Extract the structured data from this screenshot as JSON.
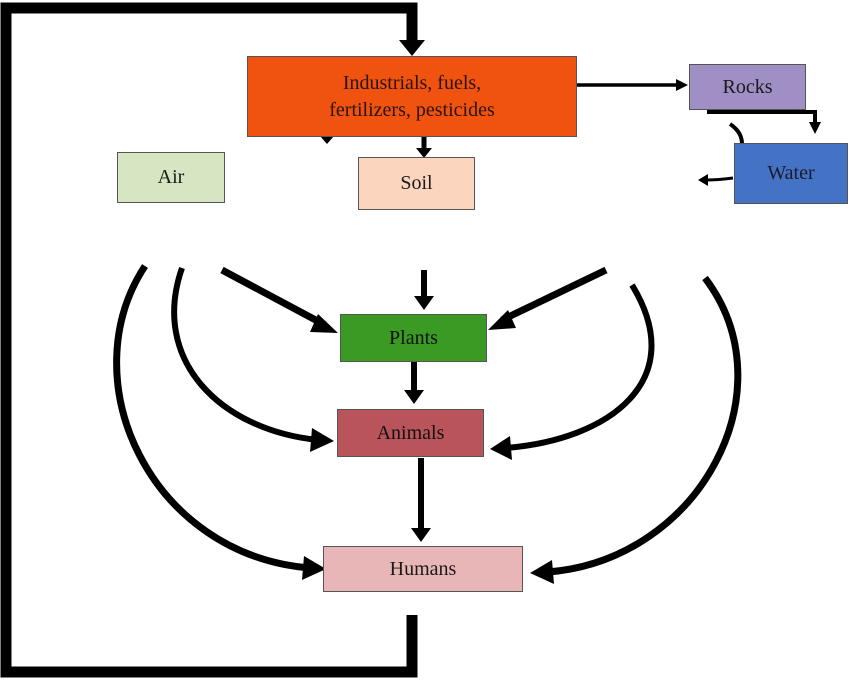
{
  "nodes": {
    "industrials": {
      "label": "Industrials, fuels,\nfertilizers, pesticides",
      "fill": "#f0520f",
      "text_color": "#2a1408"
    },
    "rocks": {
      "label": "Rocks",
      "fill": "#9f8fc5",
      "text_color": "#1a1a1a"
    },
    "water": {
      "label": "Water",
      "fill": "#4472c4",
      "text_color": "#1a1a2a"
    },
    "air": {
      "label": "Air",
      "fill": "#d6e6c2",
      "text_color": "#1a1a1a"
    },
    "soil": {
      "label": "Soil",
      "fill": "#fbd5bd",
      "text_color": "#1a1a1a"
    },
    "plants": {
      "label": "Plants",
      "fill": "#3a9a23",
      "text_color": "#111111"
    },
    "animals": {
      "label": "Animals",
      "fill": "#b8545a",
      "text_color": "#111111"
    },
    "humans": {
      "label": "Humans",
      "fill": "#e8b6b6",
      "text_color": "#1a1a1a"
    }
  },
  "colors": {
    "arrow": "#000000",
    "node_border": "#555555"
  }
}
